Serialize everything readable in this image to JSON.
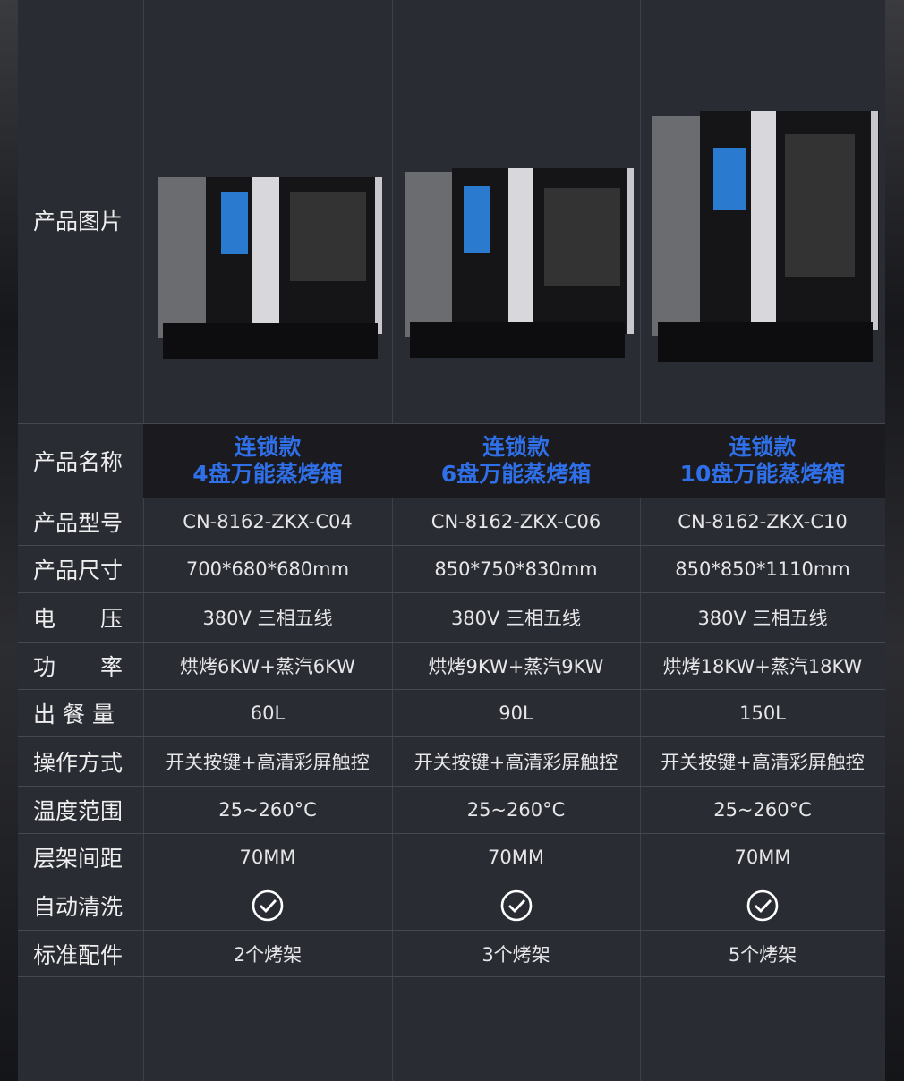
{
  "labels": {
    "image": "产品图片",
    "name": "产品名称",
    "model": "产品型号",
    "size": "产品尺寸",
    "voltage": "电　　压",
    "power": "功　　率",
    "output": "出 餐 量",
    "operation": "操作方式",
    "temp": "温度范围",
    "rack": "层架间距",
    "clean": "自动清洗",
    "accessory": "标准配件"
  },
  "products": [
    {
      "name1": "连锁款",
      "name2": "4盘万能蒸烤箱",
      "model": "CN-8162-ZKX-C04",
      "size": "700*680*680mm",
      "voltage": "380V 三相五线",
      "power": "烘烤6KW+蒸汽6KW",
      "output": "60L",
      "operation": "开关按键+高清彩屏触控",
      "temp": "25~260°C",
      "rack": "70MM",
      "clean": "check-circle-icon",
      "accessory": "2个烤架"
    },
    {
      "name1": "连锁款",
      "name2": "6盘万能蒸烤箱",
      "model": "CN-8162-ZKX-C06",
      "size": "850*750*830mm",
      "voltage": "380V 三相五线",
      "power": "烘烤9KW+蒸汽9KW",
      "output": "90L",
      "operation": "开关按键+高清彩屏触控",
      "temp": "25~260°C",
      "rack": "70MM",
      "clean": "check-circle-icon",
      "accessory": "3个烤架"
    },
    {
      "name1": "连锁款",
      "name2": "10盘万能蒸烤箱",
      "model": "CN-8162-ZKX-C10",
      "size": "850*850*1110mm",
      "voltage": "380V 三相五线",
      "power": "烘烤18KW+蒸汽18KW",
      "output": "150L",
      "operation": "开关按键+高清彩屏触控",
      "temp": "25~260°C",
      "rack": "70MM",
      "clean": "check-circle-icon",
      "accessory": "5个烤架"
    }
  ],
  "colors": {
    "accent": "#2f6fe8",
    "bg": "#2a2c33"
  }
}
